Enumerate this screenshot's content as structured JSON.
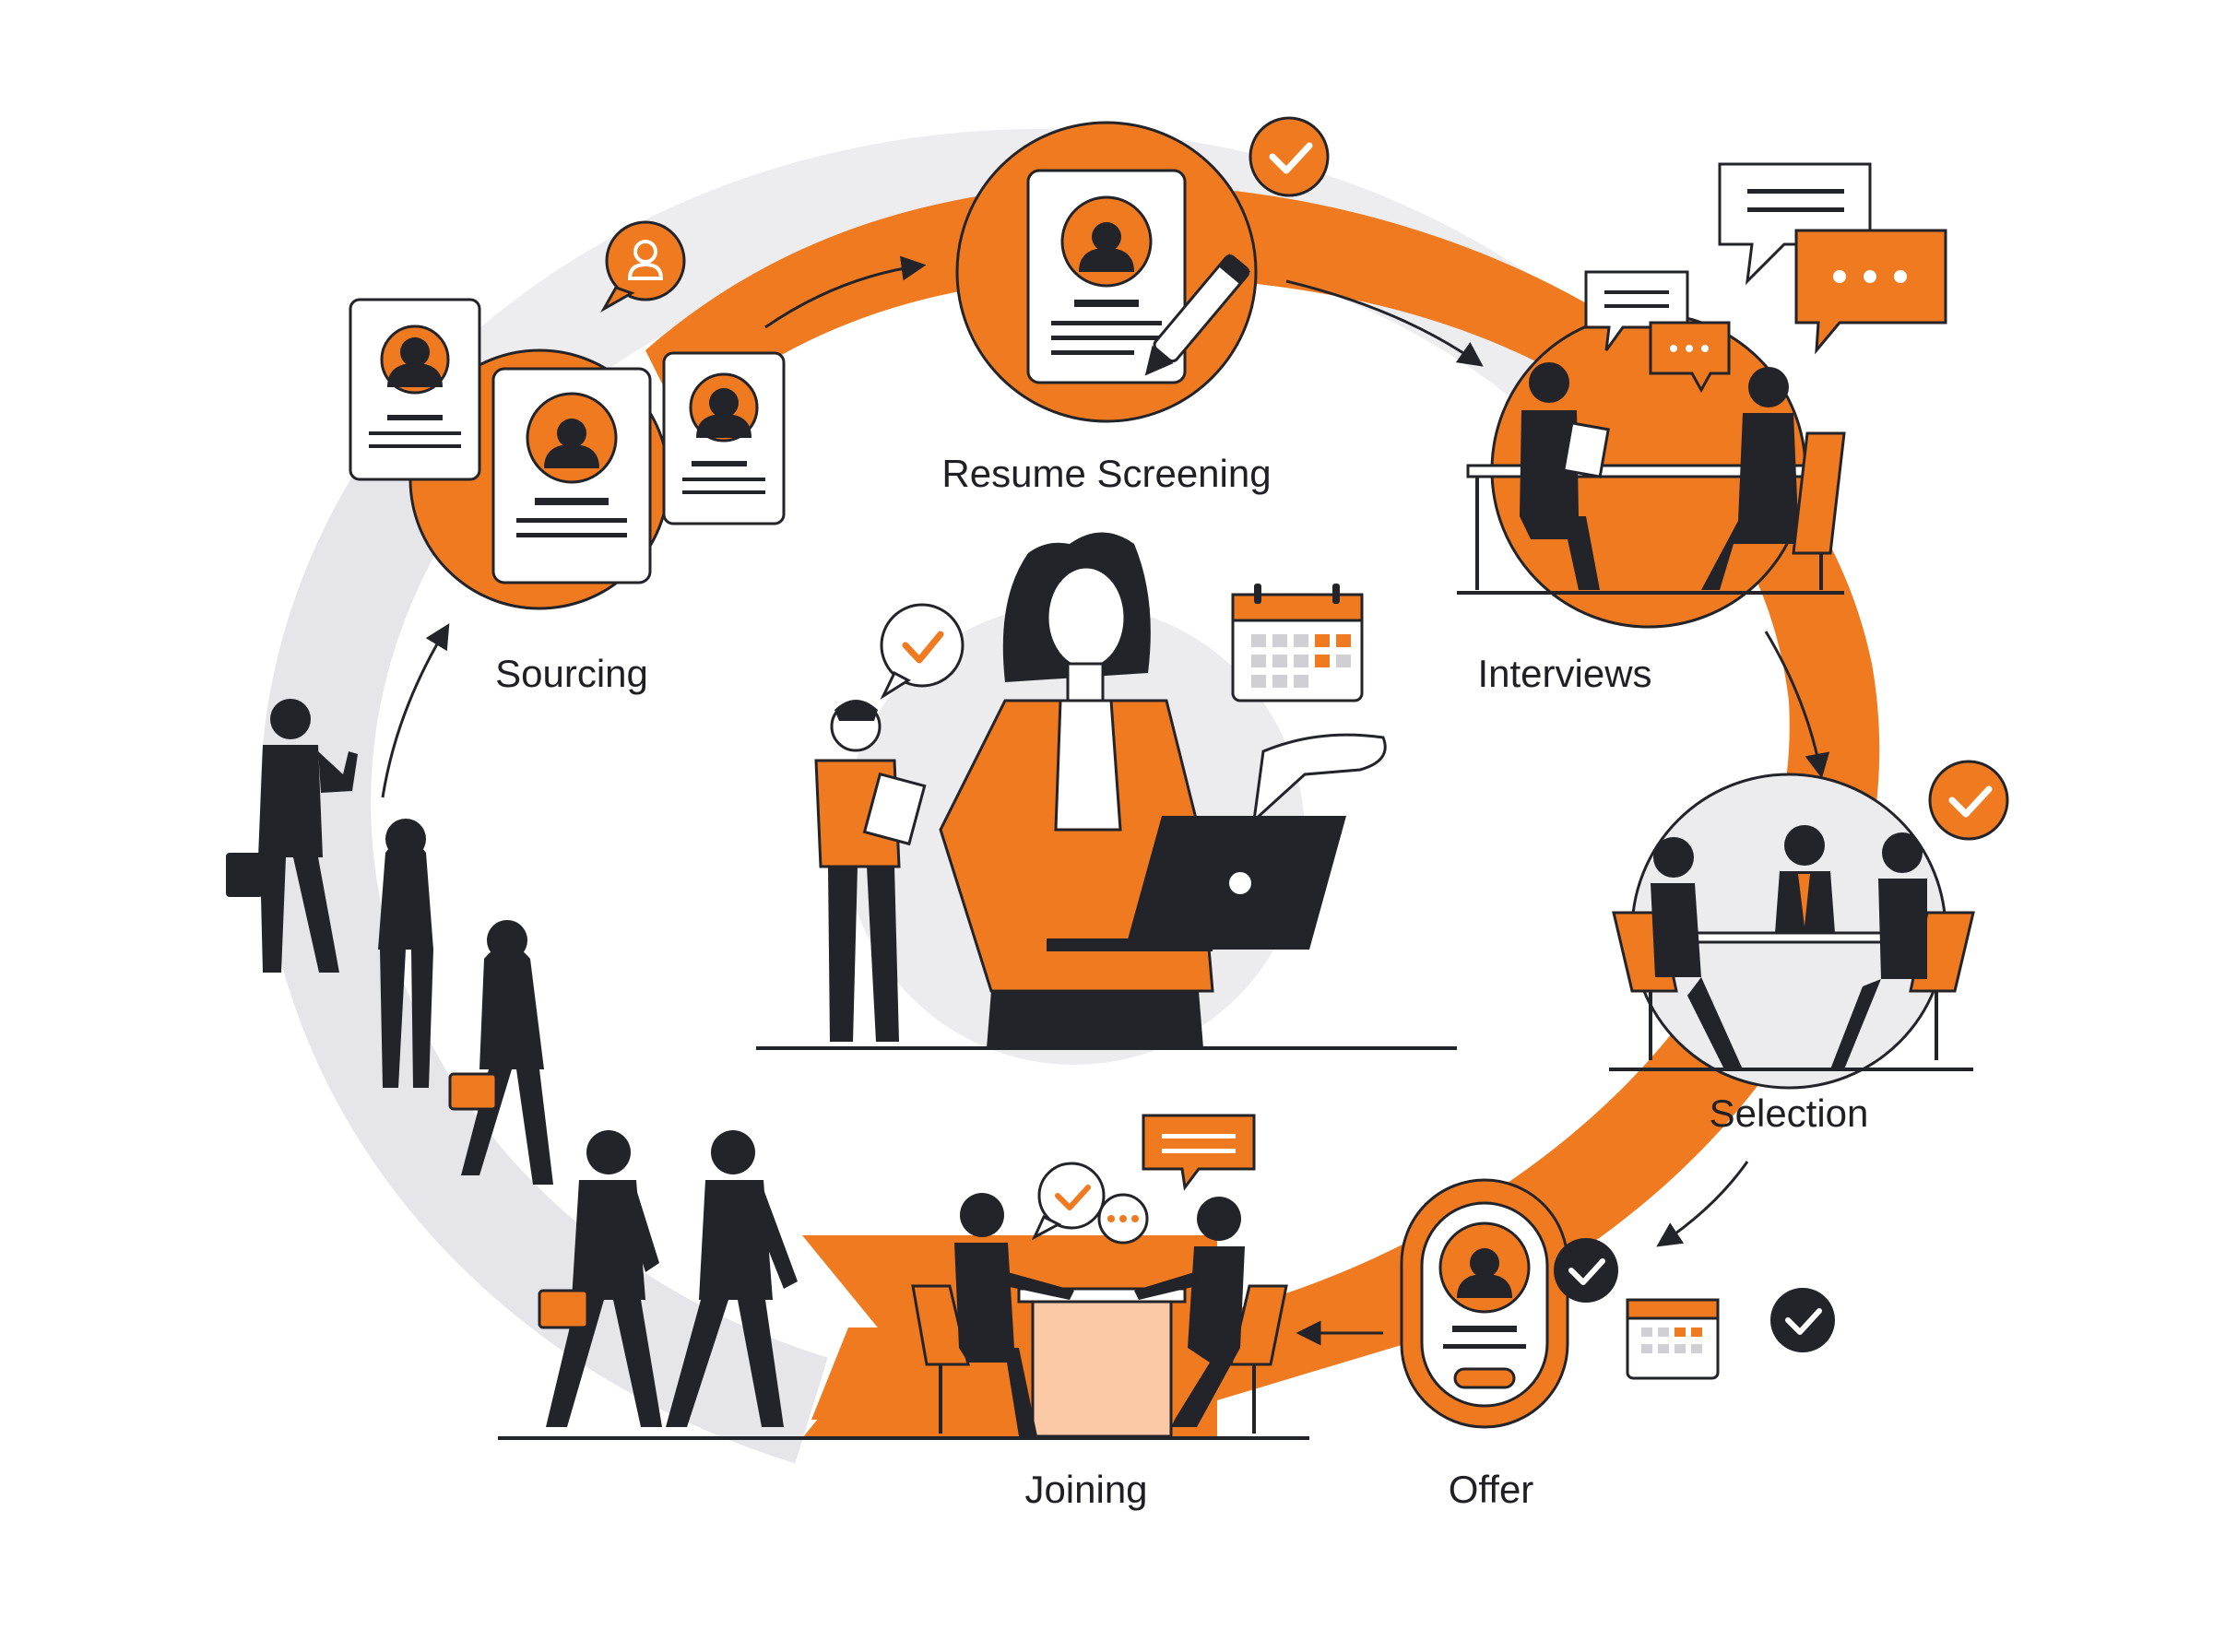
{
  "stages": [
    {
      "id": "sourcing",
      "label": "Sourcing"
    },
    {
      "id": "resume-screening",
      "label": "Resume Screening"
    },
    {
      "id": "interviews",
      "label": "Interviews"
    },
    {
      "id": "selection",
      "label": "Selection"
    },
    {
      "id": "offer",
      "label": "Offer"
    },
    {
      "id": "joining",
      "label": "Joining"
    }
  ],
  "colors": {
    "accent": "#f07a1f",
    "dark": "#23232a",
    "track": "#e6e6ea",
    "light_accent": "#fbc9a6",
    "background": "#ffffff"
  },
  "icons": [
    "person-bubble-icon",
    "check-icon",
    "chat-bubble-icon",
    "ellipsis-bubble-icon",
    "calendar-icon",
    "laptop-icon",
    "clipboard-icon",
    "briefcase-icon",
    "pen-icon"
  ]
}
